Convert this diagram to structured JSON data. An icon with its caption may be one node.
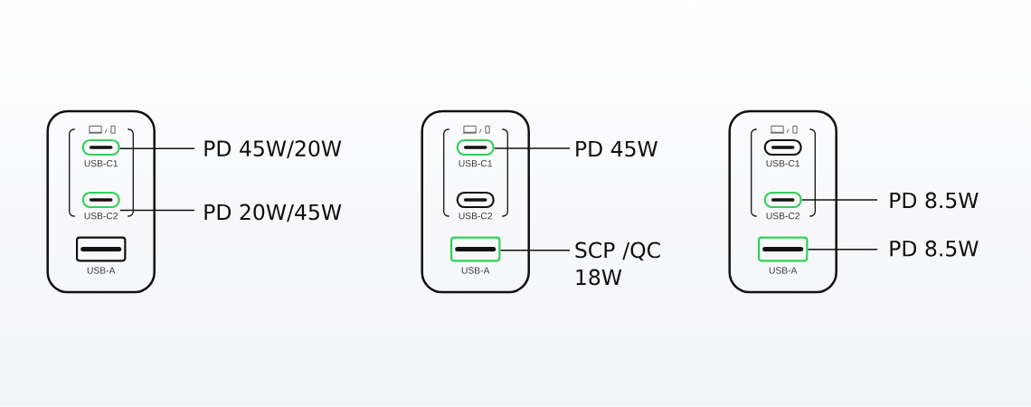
{
  "diagram": {
    "nodes": [
      {
        "text": [],
        "shape": "box"
      },
      {
        "text": [
          "USB-C1"
        ],
        "in": 0
      },
      {
        "text": [
          "USB-C2"
        ],
        "in": 0
      },
      {
        "text": [
          "USB-A"
        ],
        "in": 0
      },
      {
        "text": [
          "PD 45W/20W"
        ]
      },
      {
        "text": [
          "PD 20W/45W"
        ]
      },
      {
        "text": [],
        "shape": "box"
      },
      {
        "text": [
          "USB-C1"
        ],
        "in": 6
      },
      {
        "text": [
          "USB-C2"
        ],
        "in": 6
      },
      {
        "text": [
          "USB-A"
        ],
        "in": 6
      },
      {
        "text": [
          "PD 45W"
        ]
      },
      {
        "text": [
          "SCP /QC 18W"
        ]
      },
      {
        "text": [],
        "shape": "box"
      },
      {
        "text": [
          "USB-C1"
        ],
        "in": 12
      },
      {
        "text": [
          "USB-C2"
        ],
        "in": 12
      },
      {
        "text": [
          "USB-A"
        ],
        "in": 12
      },
      {
        "text": [
          "PD 8.5W"
        ]
      },
      {
        "text": [
          "PD 8.5W"
        ]
      }
    ],
    "edges": [
      {
        "from": 1,
        "to": 4,
        "arrow": "none"
      },
      {
        "from": 2,
        "to": 5,
        "arrow": "none"
      },
      {
        "from": 7,
        "to": 10,
        "arrow": "none"
      },
      {
        "from": 9,
        "to": 11,
        "arrow": "none"
      },
      {
        "from": 14,
        "to": 16,
        "arrow": "none"
      },
      {
        "from": 15,
        "to": 17,
        "arrow": "none"
      }
    ]
  }
}
